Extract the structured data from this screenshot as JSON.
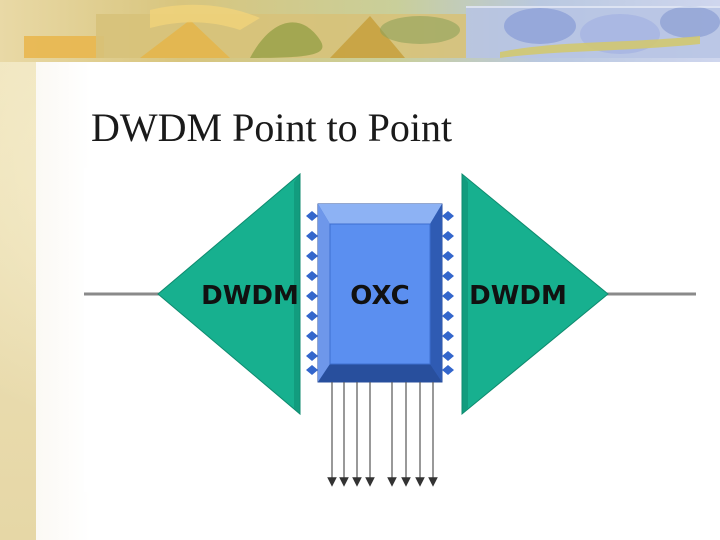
{
  "slide": {
    "title": "DWDM Point to Point"
  },
  "diagram": {
    "left_node": {
      "label": "DWDM",
      "color": "#17b08f"
    },
    "center_node": {
      "label": "OXC",
      "color": "#4f86e6"
    },
    "right_node": {
      "label": "DWDM",
      "color": "#17b08f"
    },
    "port_color": "#3366cc",
    "line_color": "#8a8a8a"
  }
}
